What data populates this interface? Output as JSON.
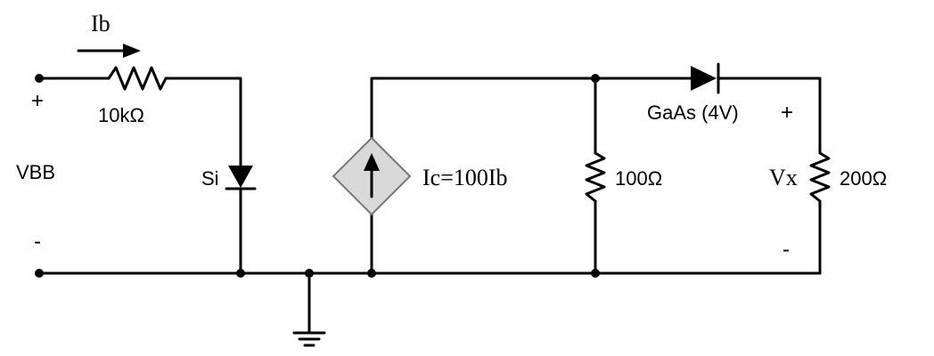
{
  "source": {
    "label": "VBB",
    "plus": "+",
    "minus": "-"
  },
  "base_current": {
    "label": "Ib"
  },
  "resistors": {
    "input": "10kΩ",
    "middle": "100Ω",
    "load": "200Ω"
  },
  "diodes": {
    "si": "Si",
    "gaas": "GaAs (4V)"
  },
  "dependent_source": {
    "label": "Ic=100Ib",
    "fill_color": "#d9d9d9"
  },
  "output": {
    "label": "Vx",
    "plus": "+",
    "minus": "-"
  }
}
